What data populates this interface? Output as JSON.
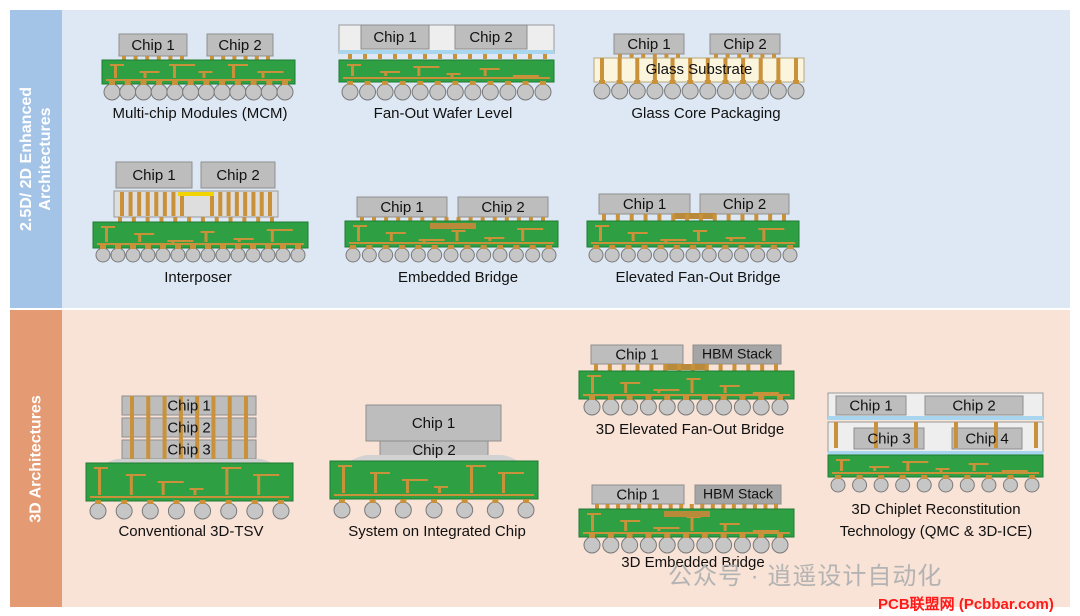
{
  "sections": {
    "top": {
      "label_line1": "2.5D/ 2D Enhanced",
      "label_line2": "Architectures"
    },
    "bottom": {
      "label": "3D Architectures"
    }
  },
  "packages": [
    {
      "id": "mcm",
      "caption": "Multi-chip Modules (MCM)",
      "chips": [
        "Chip 1",
        "Chip 2"
      ]
    },
    {
      "id": "fowl",
      "caption": "Fan-Out Wafer Level",
      "chips": [
        "Chip 1",
        "Chip 2"
      ]
    },
    {
      "id": "glass",
      "caption": "Glass Core Packaging",
      "chips": [
        "Chip 1",
        "Chip 2"
      ],
      "substrate": "Glass Substrate"
    },
    {
      "id": "interposer",
      "caption": "Interposer",
      "chips": [
        "Chip 1",
        "Chip 2"
      ]
    },
    {
      "id": "embedded-bridge",
      "caption": "Embedded Bridge",
      "chips": [
        "Chip 1",
        "Chip 2"
      ]
    },
    {
      "id": "elevated-fanout",
      "caption": "Elevated Fan-Out Bridge",
      "chips": [
        "Chip 1",
        "Chip 2"
      ]
    },
    {
      "id": "tsv",
      "caption": "Conventional 3D-TSV",
      "chips": [
        "Chip 1",
        "Chip 2",
        "Chip 3"
      ]
    },
    {
      "id": "soic",
      "caption": "System on Integrated Chip",
      "chips": [
        "Chip 1",
        "Chip 2"
      ]
    },
    {
      "id": "3d-efb",
      "caption": "3D Elevated Fan-Out Bridge",
      "chips": [
        "Chip 1",
        "HBM Stack"
      ]
    },
    {
      "id": "3d-eb",
      "caption": "3D Embedded Bridge",
      "chips": [
        "Chip 1",
        "HBM Stack"
      ]
    },
    {
      "id": "qmc",
      "caption_line1": "3D Chiplet Reconstitution",
      "caption_line2": "Technology (QMC & 3D-ICE)",
      "chips": [
        "Chip 1",
        "Chip 2",
        "Chip 3",
        "Chip 4"
      ]
    }
  ],
  "watermark": {
    "text": "公众号 · 逍遥设计自动化",
    "site": "PCB联盟网 (Pcbbar.com)"
  },
  "colors": {
    "substrate": "#2ea043",
    "chip": "#bdbdbd",
    "trace": "#c8913a",
    "ball": "#c6c6c6",
    "top_panel": "#dde8f4",
    "bottom_panel": "#f9e2d6"
  }
}
